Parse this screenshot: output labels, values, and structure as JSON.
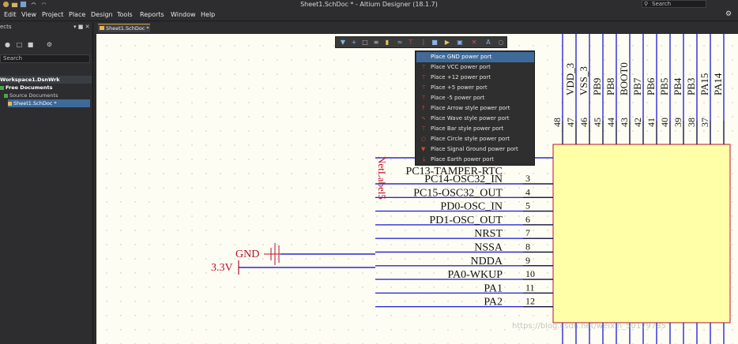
{
  "window": {
    "title": "Sheet1.SchDoc * - Altium Designer (18.1.7)"
  },
  "search": {
    "placeholder": "Search"
  },
  "menu": [
    "Edit",
    "View",
    "Project",
    "Place",
    "Design",
    "Tools",
    "Reports",
    "Window",
    "Help"
  ],
  "panel": {
    "title": "ects",
    "search_placeholder": "Search",
    "workspace": "Workspace1.DsnWrk",
    "free_documents": "Free Documents",
    "source_documents": "Source Documents",
    "sheet": "Sheet1.SchDoc *"
  },
  "tab": {
    "label": "Sheet1.SchDoc *"
  },
  "dropdown": [
    "Place GND power port",
    "Place VCC power port",
    "Place +12 power port",
    "Place +5 power port",
    "Place -5 power port",
    "Place Arrow style power port",
    "Place Wave style power port",
    "Place Bar style power port",
    "Place Circle style power port",
    "Place Signal Ground power port",
    "Place Earth power port"
  ],
  "schematic": {
    "left_pins": [
      {
        "num": "3",
        "name": "PC14-OSC32_IN"
      },
      {
        "num": "4",
        "name": "PC15-OSC32_OUT"
      },
      {
        "num": "5",
        "name": "PD0-OSC_IN"
      },
      {
        "num": "6",
        "name": "PD1-OSC_OUT"
      },
      {
        "num": "7",
        "name": "NRST"
      },
      {
        "num": "8",
        "name": "NSSA"
      },
      {
        "num": "9",
        "name": "NDDA"
      },
      {
        "num": "10",
        "name": "PA0-WKUP"
      },
      {
        "num": "11",
        "name": "PA1"
      },
      {
        "num": "12",
        "name": "PA2"
      }
    ],
    "partial_pin_name": "PC13-TAMPER-RTC",
    "top_pins": [
      {
        "num": "48",
        "name": ""
      },
      {
        "num": "47",
        "name": "VDD_3"
      },
      {
        "num": "46",
        "name": "VSS_3"
      },
      {
        "num": "45",
        "name": "PB9"
      },
      {
        "num": "44",
        "name": "PB8"
      },
      {
        "num": "43",
        "name": "BOOT0"
      },
      {
        "num": "42",
        "name": "PB7"
      },
      {
        "num": "41",
        "name": "PB6"
      },
      {
        "num": "40",
        "name": "PB5"
      },
      {
        "num": "39",
        "name": "PB4"
      },
      {
        "num": "38",
        "name": "PB3"
      },
      {
        "num": "37",
        "name": "PA15"
      },
      {
        "num": "",
        "name": "PA14"
      }
    ],
    "gnd_label": "GND",
    "vcc_label": "3.3V",
    "netlabel": "NetLabel5"
  },
  "watermark": "https://blog.csdn.net/weixin_50179785",
  "colors": {
    "wire": "#2a2ad6",
    "component": "#b8102e",
    "body": "#ffffa8",
    "accent": "#d9a441",
    "highlight": "#3d6a99"
  }
}
